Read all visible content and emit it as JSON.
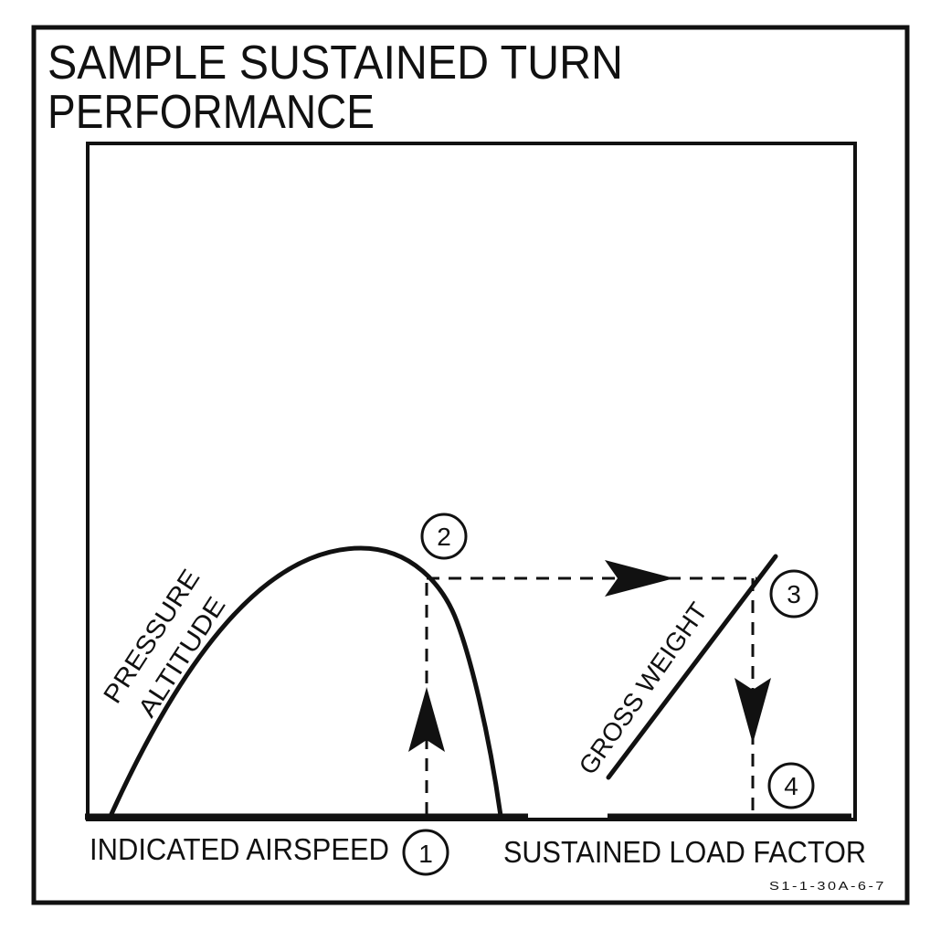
{
  "title": {
    "line1": "SAMPLE SUSTAINED TURN",
    "line2": "PERFORMANCE"
  },
  "axes": {
    "left_x_label": "INDICATED AIRSPEED",
    "right_x_label": "SUSTAINED LOAD FACTOR"
  },
  "curves": {
    "pressure_altitude_line1": "PRESSURE",
    "pressure_altitude_line2": "ALTITUDE",
    "gross_weight": "GROSS WEIGHT"
  },
  "markers": {
    "m1": "1",
    "m2": "2",
    "m3": "3",
    "m4": "4"
  },
  "figure_code": "S1-1-30A-6-7",
  "colors": {
    "ink": "#111111",
    "paper": "#ffffff"
  }
}
